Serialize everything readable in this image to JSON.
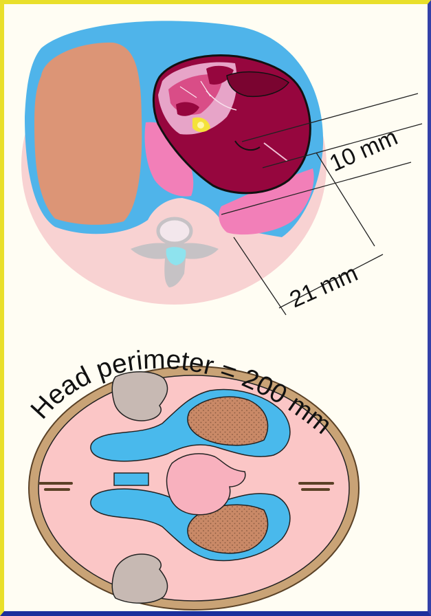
{
  "labels": {
    "measure_top": "10 mm",
    "measure_bottom": "21 mm",
    "head_perimeter": "Head perimeter = 200 mm"
  },
  "colors": {
    "frame_yellow": "#e9df2a",
    "frame_blue": "#1d2f9c",
    "chest_wall": "#f8d2d2",
    "fluid_blue": "#4fb4ea",
    "liver_tan": "#dc9576",
    "lung_pink": "#f27fb8",
    "heart_dark": "#96063e",
    "heart_light": "#d94d87",
    "skull": "#c9a376",
    "brain_pink": "#fbc6c6",
    "ventricle_blue": "#49b9ec",
    "choroid": "#c98967",
    "gray_matter": "#c7b9b3",
    "thalamus": "#f8b1be",
    "spine_gray": "#c6c2c5",
    "spine_canal": "#8ee3ee"
  }
}
